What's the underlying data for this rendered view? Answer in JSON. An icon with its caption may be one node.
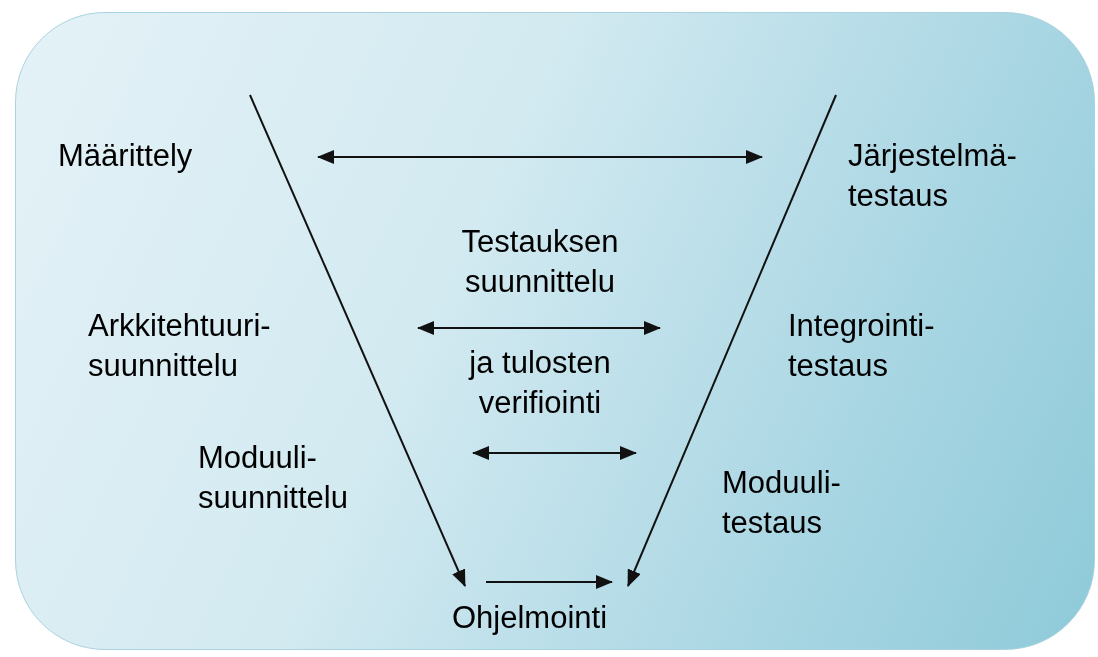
{
  "diagram": {
    "nodes": [
      {
        "text": [
          "Määrittely"
        ]
      },
      {
        "text": [
          "Järjestelmä- testaus"
        ]
      },
      {
        "text": [
          "Arkkitehtuuri- suunnittelu"
        ]
      },
      {
        "text": [
          "Integrointi- testaus"
        ]
      },
      {
        "text": [
          "Moduuli- suunnittelu"
        ]
      },
      {
        "text": [
          "Moduuli- testaus"
        ]
      },
      {
        "text": [
          "Ohjelmointi"
        ]
      }
    ],
    "edges": [
      {
        "from": null,
        "to": 6,
        "arrow": "to"
      },
      {
        "from": null,
        "to": 6,
        "arrow": "to"
      }
    ],
    "labels": [
      "Testauksen suunnittelu",
      "ja tulosten verifiointi"
    ]
  }
}
